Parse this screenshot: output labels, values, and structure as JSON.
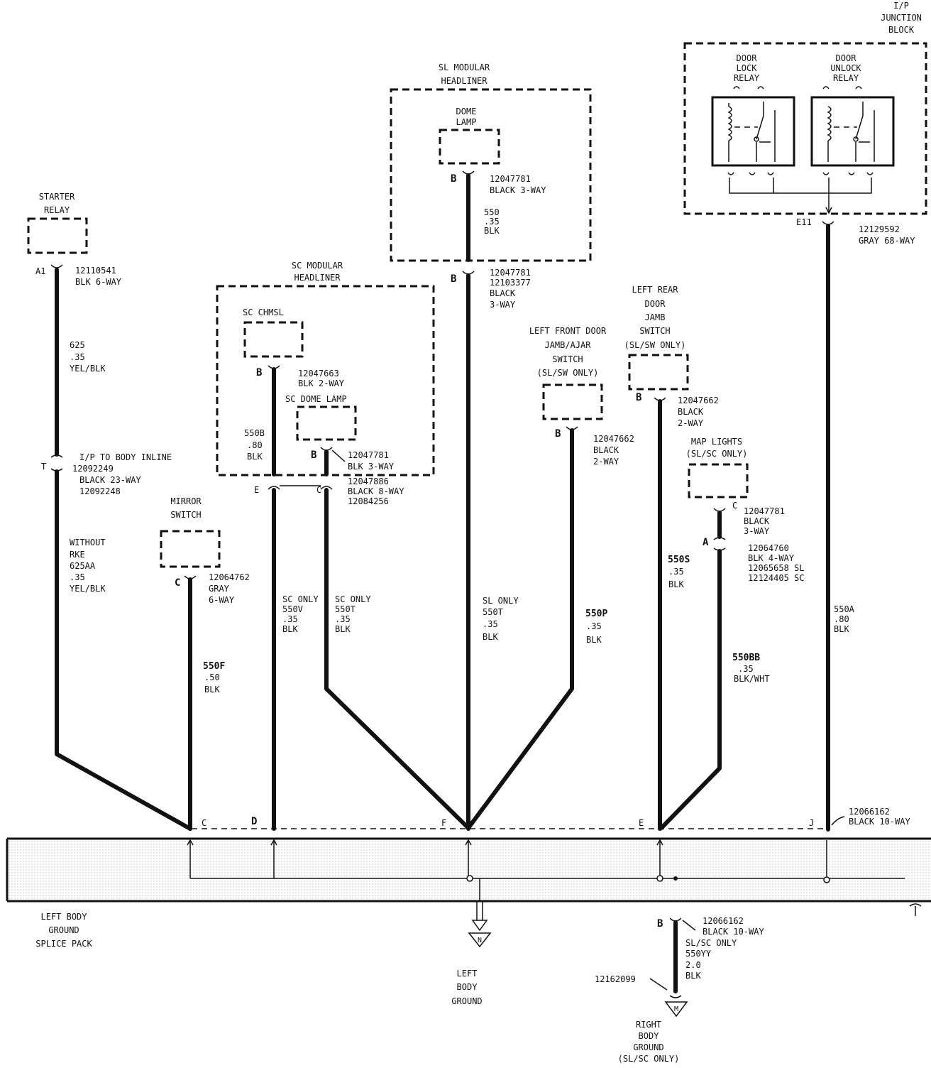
{
  "components": {
    "ij_block": [
      "I/P",
      "JUNCTION",
      "BLOCK"
    ],
    "door_lock_relay": [
      "DOOR",
      "LOCK",
      "RELAY"
    ],
    "door_unlock_relay": [
      "DOOR",
      "UNLOCK",
      "RELAY"
    ],
    "sl_headliner": [
      "SL MODULAR",
      "HEADLINER"
    ],
    "dome_lamp": [
      "DOME",
      "LAMP"
    ],
    "starter_relay": [
      "STARTER",
      "RELAY"
    ],
    "sc_headliner": [
      "SC MODULAR",
      "HEADLINER"
    ],
    "sc_chmsl": "SC CHMSL",
    "sc_dome_lamp": "SC DOME LAMP",
    "left_rear_door": [
      "LEFT REAR",
      "DOOR",
      "JAMB",
      "SWITCH",
      "(SL/SW ONLY)"
    ],
    "left_front_door": [
      "LEFT FRONT DOOR",
      "JAMB/AJAR",
      "SWITCH",
      "(SL/SW ONLY)"
    ],
    "map_lights": [
      "MAP LIGHTS",
      "(SL/SC ONLY)"
    ],
    "mirror_switch": [
      "MIRROR",
      "SWITCH"
    ],
    "splice_pack": [
      "LEFT BODY",
      "GROUND",
      "SPLICE PACK"
    ],
    "left_body_ground": [
      "LEFT",
      "BODY",
      "GROUND"
    ],
    "right_body_ground": [
      "RIGHT",
      "BODY",
      "GROUND",
      "(SL/SC ONLY)"
    ]
  },
  "connectors": {
    "ij": [
      "12129592",
      "GRAY 68-WAY"
    ],
    "dome": [
      "12047781",
      "BLACK 3-WAY"
    ],
    "sl_b2": [
      "12047781",
      "12103377",
      "BLACK",
      "3-WAY"
    ],
    "starter": [
      "12110541",
      "BLK 6-WAY"
    ],
    "inline": [
      "I/P TO BODY INLINE",
      "12092249",
      "BLACK 23-WAY",
      "12092248"
    ],
    "chmsl": [
      "12047663",
      "BLK 2-WAY"
    ],
    "sc_dome": [
      "12047781",
      "BLK 3-WAY"
    ],
    "sc_hdr": [
      "12047886",
      "BLACK 8-WAY",
      "12084256"
    ],
    "mirror": [
      "12064762",
      "GRAY",
      "6-WAY"
    ],
    "lf_door": [
      "12047662",
      "BLACK",
      "2-WAY"
    ],
    "lr_door": [
      "12047662",
      "BLACK",
      "2-WAY"
    ],
    "map_c": [
      "12047781",
      "BLACK",
      "3-WAY"
    ],
    "map_a": [
      "12064760",
      "BLK 4-WAY",
      "12065658 SL",
      "12124405 SC"
    ],
    "splice": [
      "12066162",
      "BLACK 10-WAY"
    ],
    "splice_b": [
      "12066162",
      "BLACK 10-WAY"
    ],
    "right_ground": "12162099"
  },
  "wires": {
    "w550": [
      "550",
      ".35",
      "BLK"
    ],
    "w625": [
      "625",
      ".35",
      "YEL/BLK"
    ],
    "w625aa": [
      "WITHOUT",
      "RKE",
      "625AA",
      ".35",
      "YEL/BLK"
    ],
    "w550b": [
      "550B",
      ".80",
      "BLK"
    ],
    "w550f": [
      "550F",
      ".50",
      "BLK"
    ],
    "w550v": [
      "SC ONLY",
      "550V",
      ".35",
      "BLK"
    ],
    "w550t_sc": [
      "SC ONLY",
      "550T",
      ".35",
      "BLK"
    ],
    "w550t_sl": [
      "SL ONLY",
      "550T",
      ".35",
      "BLK"
    ],
    "w550p": [
      "550P",
      ".35",
      "BLK"
    ],
    "w550s": [
      "550S",
      ".35",
      "BLK"
    ],
    "w550bb": [
      "550BB",
      ".35",
      "BLK/WHT"
    ],
    "w550a": [
      "550A",
      ".80",
      "BLK"
    ],
    "w550yy": [
      "SL/SC ONLY",
      "550YY",
      "2.0",
      "BLK"
    ]
  },
  "pins": {
    "e11": "E11",
    "b": "B",
    "a1": "A1",
    "t": "T",
    "c": "C",
    "e": "E",
    "a": "A",
    "d": "D",
    "f": "F",
    "j": "J"
  },
  "grounds": {
    "n": "N",
    "m": "M"
  }
}
